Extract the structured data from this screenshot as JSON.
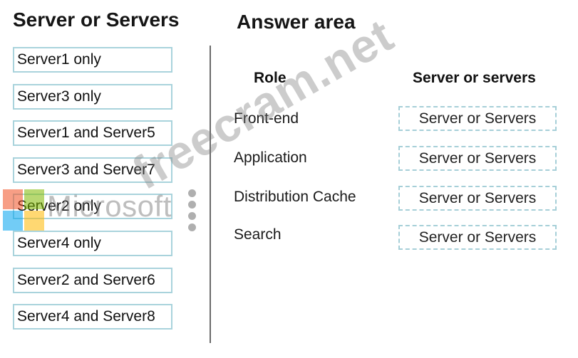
{
  "left_panel": {
    "heading": "Server or Servers",
    "options": [
      "Server1 only",
      "Server3 only",
      "Server1 and Server5",
      "Server3 and Server7",
      "Server2 only",
      "Server4 only",
      "Server2 and Server6",
      "Server4 and Server8"
    ]
  },
  "answer_area": {
    "heading": "Answer area",
    "col_role": "Role",
    "col_servers": "Server or servers",
    "rows": [
      {
        "role": "Front-end",
        "slot": "Server or Servers"
      },
      {
        "role": "Application",
        "slot": "Server or Servers"
      },
      {
        "role": "Distribution Cache",
        "slot": "Server or Servers"
      },
      {
        "role": "Search",
        "slot": "Server or Servers"
      }
    ]
  },
  "watermark": {
    "logo_text": "Microsoft",
    "site_text": "freecram.net",
    "logo_colors": [
      "#f25022",
      "#7fba00",
      "#00a4ef",
      "#ffb900"
    ]
  }
}
